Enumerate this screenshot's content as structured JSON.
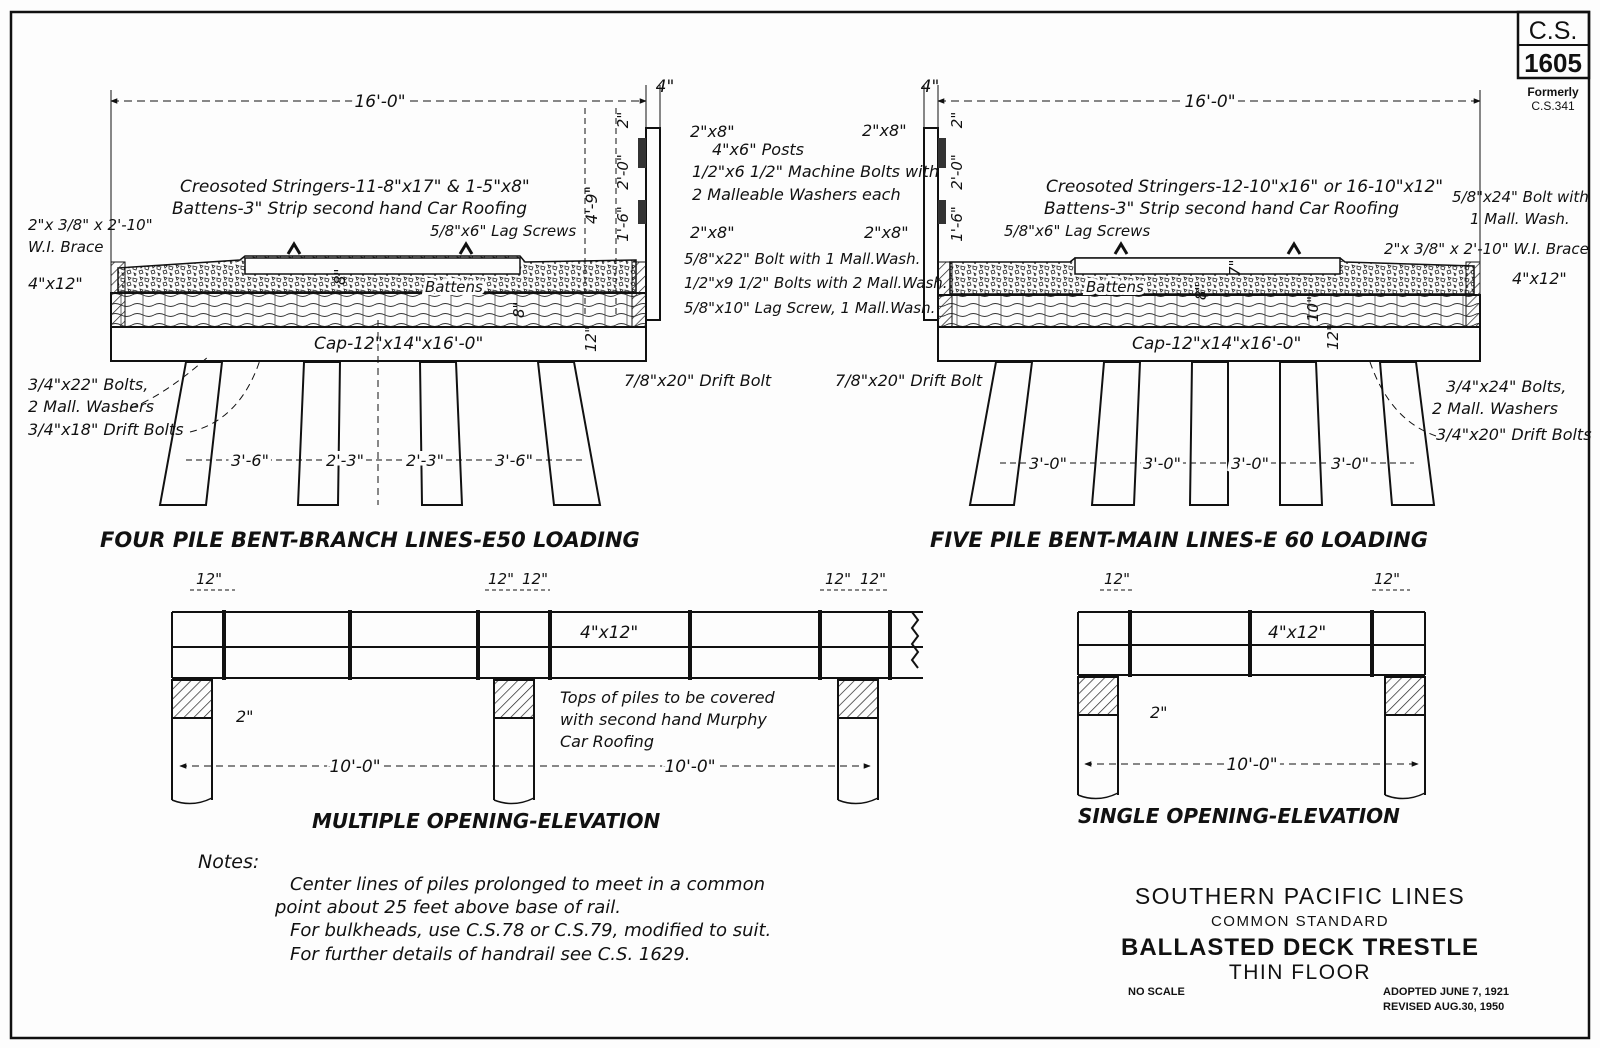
{
  "sheet": {
    "number_prefix": "C.S.",
    "number": "1605",
    "formerly_label": "Formerly",
    "formerly_value": "C.S.341"
  },
  "four_pile": {
    "title": "FOUR PILE BENT-BRANCH LINES-E50 LOADING",
    "overall_width": "16'-0\"",
    "post_offset": "4\"",
    "stringers_line1": "Creosoted Stringers-11-8\"x17\" & 1-5\"x8\"",
    "stringers_line2": "Battens-3\" Strip second hand Car Roofing",
    "brace_line1": "2\"x 3/8\" x 2'-10\"",
    "brace_line2": "W.I. Brace",
    "rail_4x12": "4\"x12\"",
    "lag_screws": "5/8\"x6\" Lag Screws",
    "battens": "Battens",
    "cap": "Cap-12\"x14\"x16'-0\"",
    "bolts_line1": "3/4\"x22\" Bolts,",
    "bolts_line2": "2 Mall. Washers",
    "drift_18": "3/4\"x18\" Drift Bolts",
    "drift_20": "7/8\"x20\" Drift Bolt",
    "ballast_depth": "8\"",
    "stringer_depth": "8\"",
    "cap_depth": "12\"",
    "height_total": "4'-9\"",
    "height_lower": "1'-6\"",
    "height_mid": "2'-0\"",
    "height_top": "2\"",
    "pile_spacing": [
      "3'-6\"",
      "2'-3\"",
      "2'-3\"",
      "3'-6\""
    ]
  },
  "center_notes": {
    "plank_top": "2\"x8\"",
    "posts": "4\"x6\" Posts",
    "machine_bolts_line1": "1/2\"x6 1/2\" Machine Bolts with",
    "machine_bolts_line2": "2 Malleable Washers each",
    "plank_bottom": "2\"x8\"",
    "bolt_22": "5/8\"x22\" Bolt with 1 Mall.Wash.",
    "bolts_9": "1/2\"x9 1/2\" Bolts with 2 Mall.Wash.",
    "lag_10": "5/8\"x10\" Lag Screw, 1 Mall.Wash."
  },
  "five_pile": {
    "title": "FIVE PILE BENT-MAIN LINES-E 60 LOADING",
    "overall_width": "16'-0\"",
    "post_offset": "4\"",
    "plank_top": "2\"x8\"",
    "plank_bottom": "2\"x8\"",
    "stringers_line1": "Creosoted Stringers-12-10\"x16\" or 16-10\"x12\"",
    "stringers_line2": "Battens-3\" Strip second hand Car Roofing",
    "lag_screws": "5/8\"x6\" Lag Screws",
    "bolt24_line1": "5/8\"x24\" Bolt with",
    "bolt24_line2": "1 Mall. Wash.",
    "brace": "2\"x 3/8\" x 2'-10\" W.I. Brace",
    "rail_4x12": "4\"x12\"",
    "battens": "Battens",
    "cap": "Cap-12\"x14\"x16'-0\"",
    "drift_20a": "7/8\"x20\" Drift Bolt",
    "bolts24s_line1": "3/4\"x24\" Bolts,",
    "bolts24s_line2": "2 Mall. Washers",
    "drift_20b": "3/4\"x20\" Drift Bolts",
    "ballast_depth": "7\"",
    "stringer_depth": "8\"",
    "cap_depth": "12\"",
    "stringer_depth2": "10\"",
    "height_lower": "1'-6\"",
    "height_mid": "2'-0\"",
    "height_top": "2\"",
    "pile_spacing": [
      "3'-0\"",
      "3'-0\"",
      "3'-0\"",
      "3'-0\""
    ]
  },
  "multiple_opening": {
    "title": "MULTIPLE OPENING-ELEVATION",
    "rail": "4\"x12\"",
    "dim_12": "12\"",
    "gap_2": "2\"",
    "span": "10'-0\"",
    "note_line1": "Tops of piles to be covered",
    "note_line2": "with second hand Murphy",
    "note_line3": "Car Roofing"
  },
  "single_opening": {
    "title": "SINGLE OPENING-ELEVATION",
    "rail": "4\"x12\"",
    "dim_12": "12\"",
    "gap_2": "2\"",
    "span": "10'-0\""
  },
  "notes": {
    "heading": "Notes:",
    "line1": "Center lines of piles prolonged to meet in a common",
    "line2": "point about 25 feet above base of rail.",
    "line3": "For bulkheads, use C.S.78 or C.S.79, modified to suit.",
    "line4": "For further details of handrail see C.S. 1629."
  },
  "title_block": {
    "company": "SOUTHERN PACIFIC LINES",
    "standard": "COMMON STANDARD",
    "name": "BALLASTED DECK TRESTLE",
    "subname": "THIN FLOOR",
    "scale": "NO SCALE",
    "adopted": "ADOPTED JUNE 7, 1921",
    "revised": "REVISED AUG.30, 1950"
  }
}
